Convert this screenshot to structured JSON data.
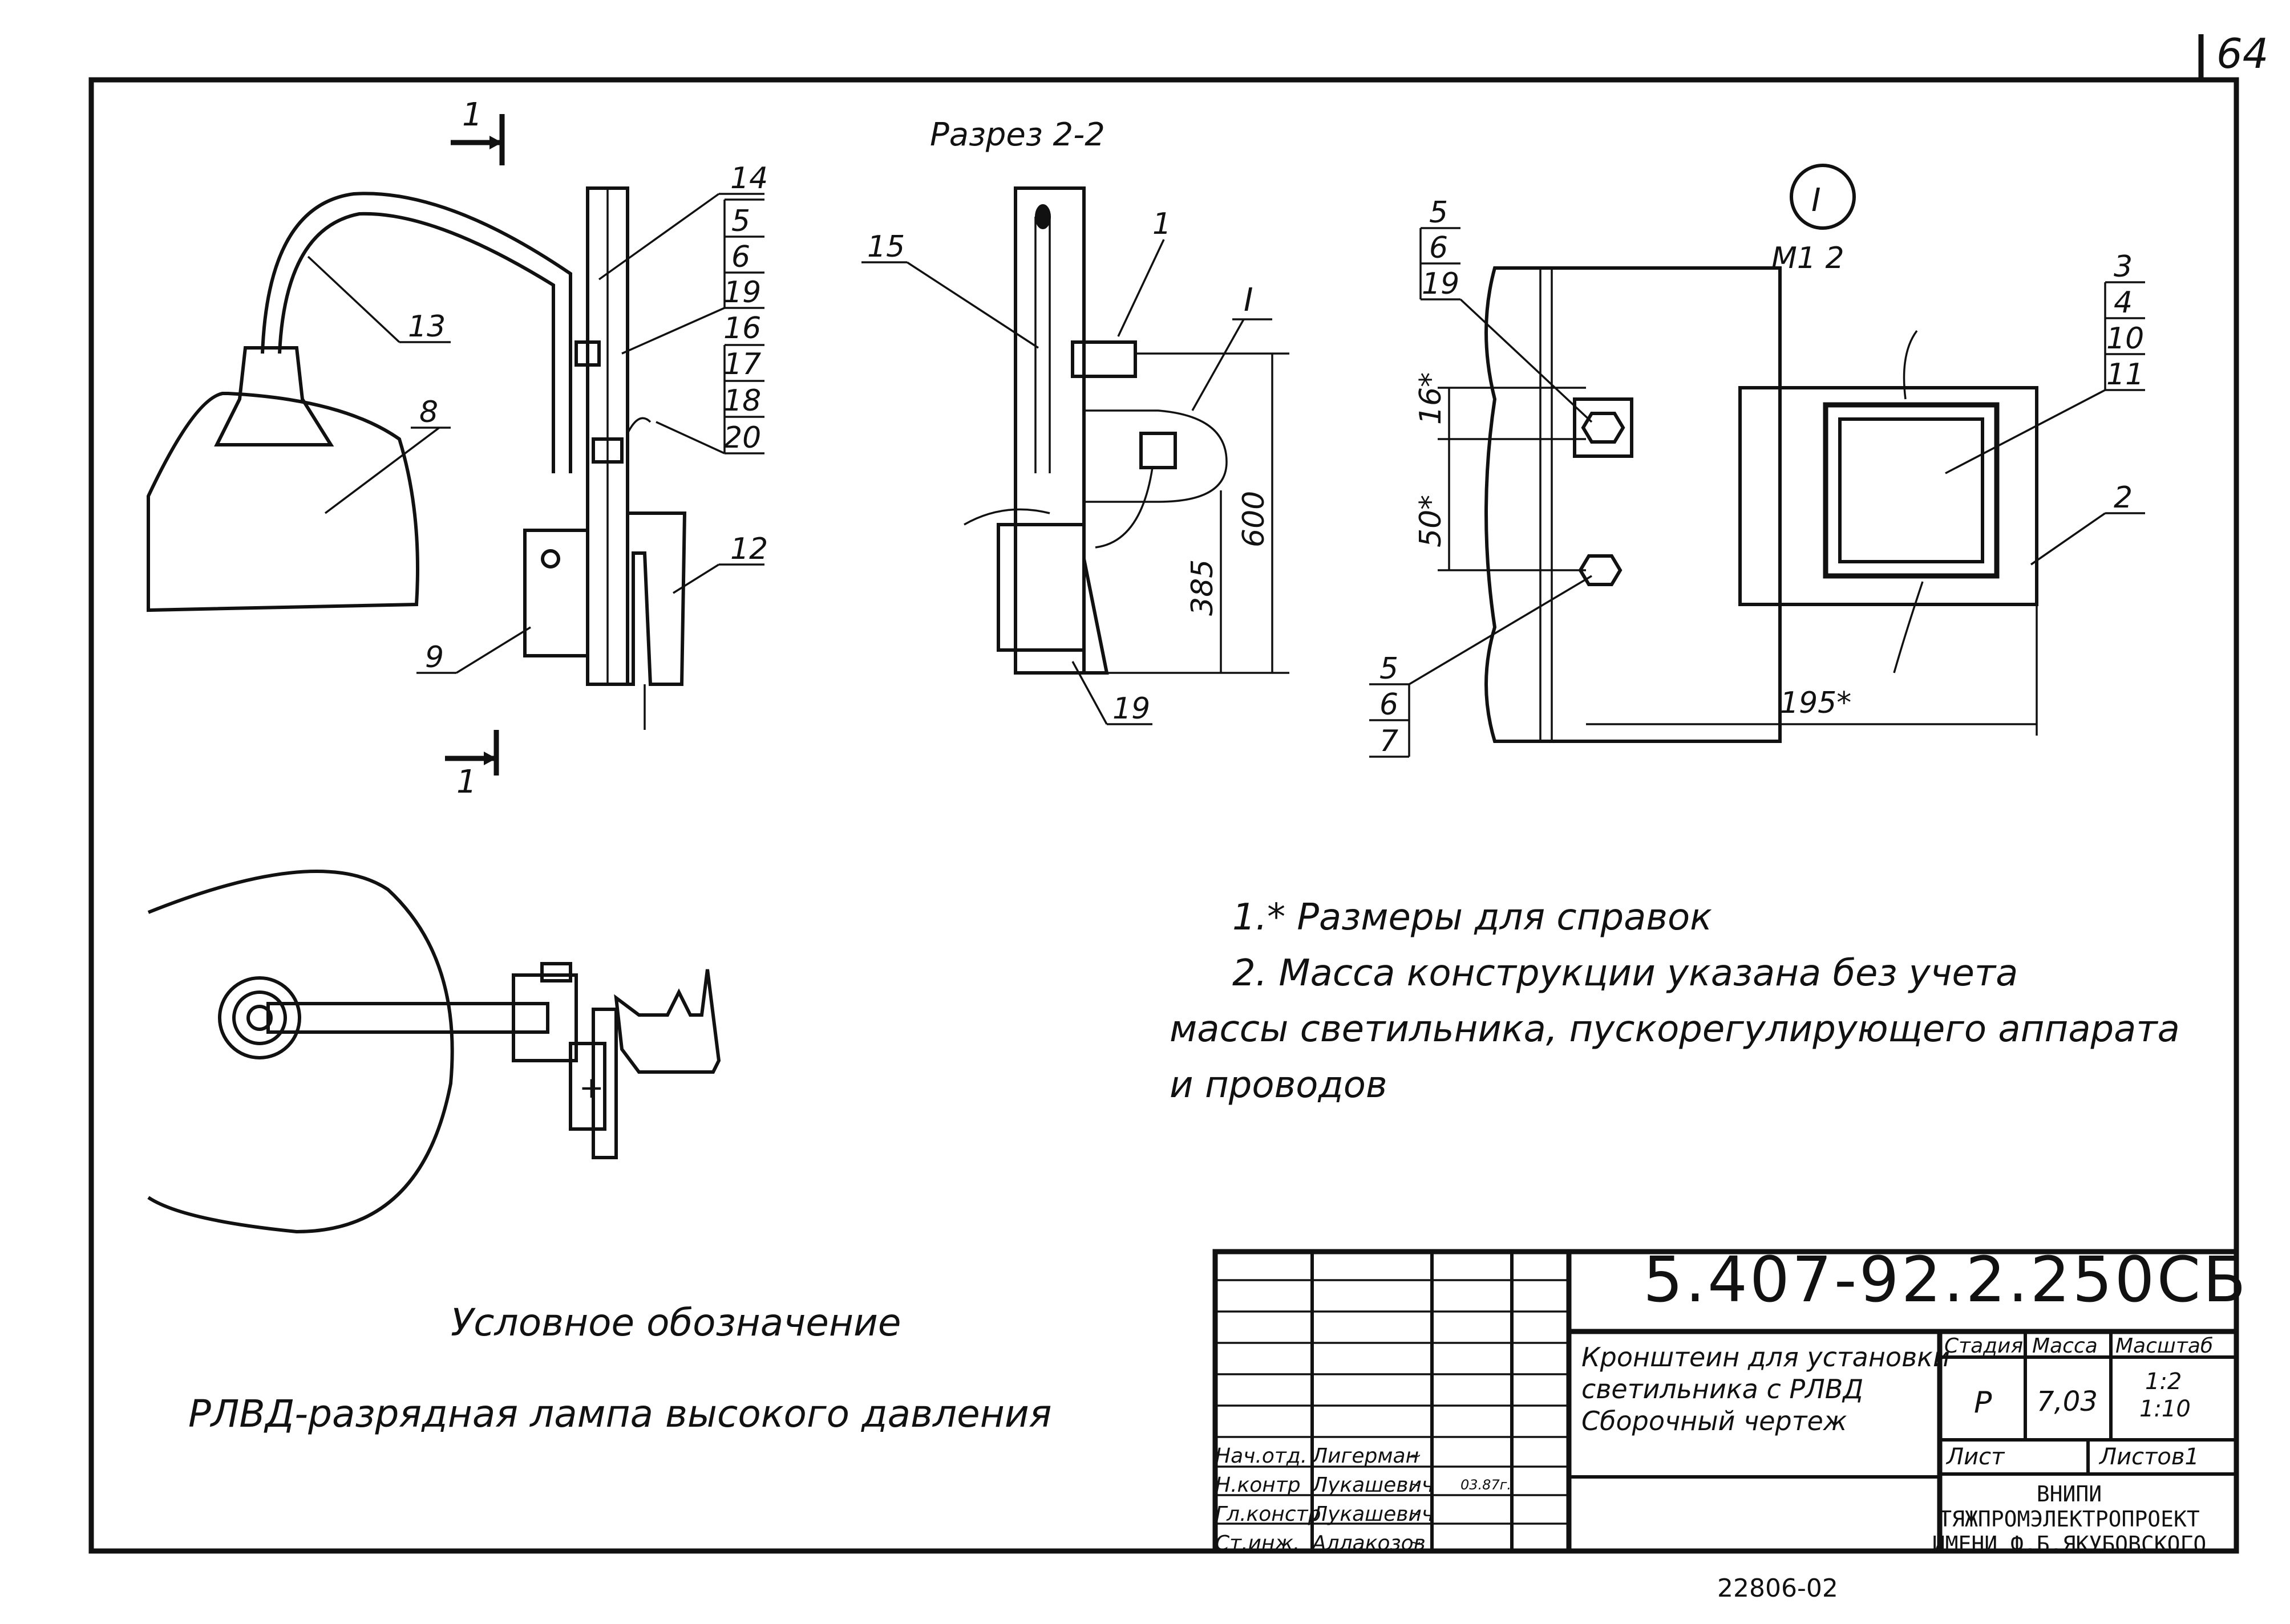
{
  "sheet_number": "64",
  "views": {
    "section_title": "Разрез 2-2",
    "section_cut_marks": [
      "1",
      "1"
    ],
    "detail_marker": "I",
    "detail_scale": "М1 2",
    "callout_detail": "I"
  },
  "callouts_front": {
    "n13": "13",
    "n8": "8",
    "n9": "9",
    "n12": "12",
    "n14": "14",
    "stack_a": [
      "5",
      "6",
      "19"
    ],
    "stack_b": [
      "16",
      "17",
      "18",
      "20"
    ]
  },
  "callouts_section": {
    "n15": "15",
    "n1": "1",
    "n19": "19"
  },
  "dimensions_section": {
    "d600": "600",
    "d385": "385"
  },
  "callouts_detail": {
    "stack_top_left": [
      "5",
      "6",
      "19"
    ],
    "stack_bottom_left": [
      "5",
      "6",
      "7"
    ],
    "stack_right": [
      "3",
      "4",
      "10",
      "11"
    ],
    "n2": "2"
  },
  "dimensions_detail": {
    "d16": "16*",
    "d50": "50*",
    "d195": "195*"
  },
  "notes": [
    "1.* Размеры для справок",
    "2. Масса конструкции указана без учета",
    "массы светильника, пускорегулирующего аппарата",
    "и проводов"
  ],
  "legend": {
    "title": "Условное обозначение",
    "text": "РЛВД-разрядная лампа высокого давления"
  },
  "title_block": {
    "code": "5.407-92.2.250СБ",
    "name_lines": [
      "Кронштеин для установки",
      "светильника с РЛВД",
      "Сборочный чертеж"
    ],
    "headers": {
      "stage": "Стадия",
      "mass": "Масса",
      "scale": "Масштаб"
    },
    "values": {
      "stage": "Р",
      "mass": "7,03",
      "scale_1": "1:2",
      "scale_2": "1:10"
    },
    "sheet_label": "Лист",
    "sheets_label": "Листов1",
    "organization": [
      "ВНИПИ",
      "ТЯЖПРОМЭЛЕКТРОПРОЕКТ",
      "ИМЕНИ Ф.Б.ЯКУБОВСКОГО"
    ],
    "people": [
      {
        "role": "Нач.отд.",
        "name": "Лигерман",
        "date": ""
      },
      {
        "role": "Н.контр",
        "name": "Лукашевич",
        "date": "03.87г."
      },
      {
        "role": "Гл.констр",
        "name": "Лукашевич",
        "date": ""
      },
      {
        "role": "Ст.инж.",
        "name": "Аллакозов",
        "date": ""
      }
    ]
  },
  "archive_number": "22806-02"
}
